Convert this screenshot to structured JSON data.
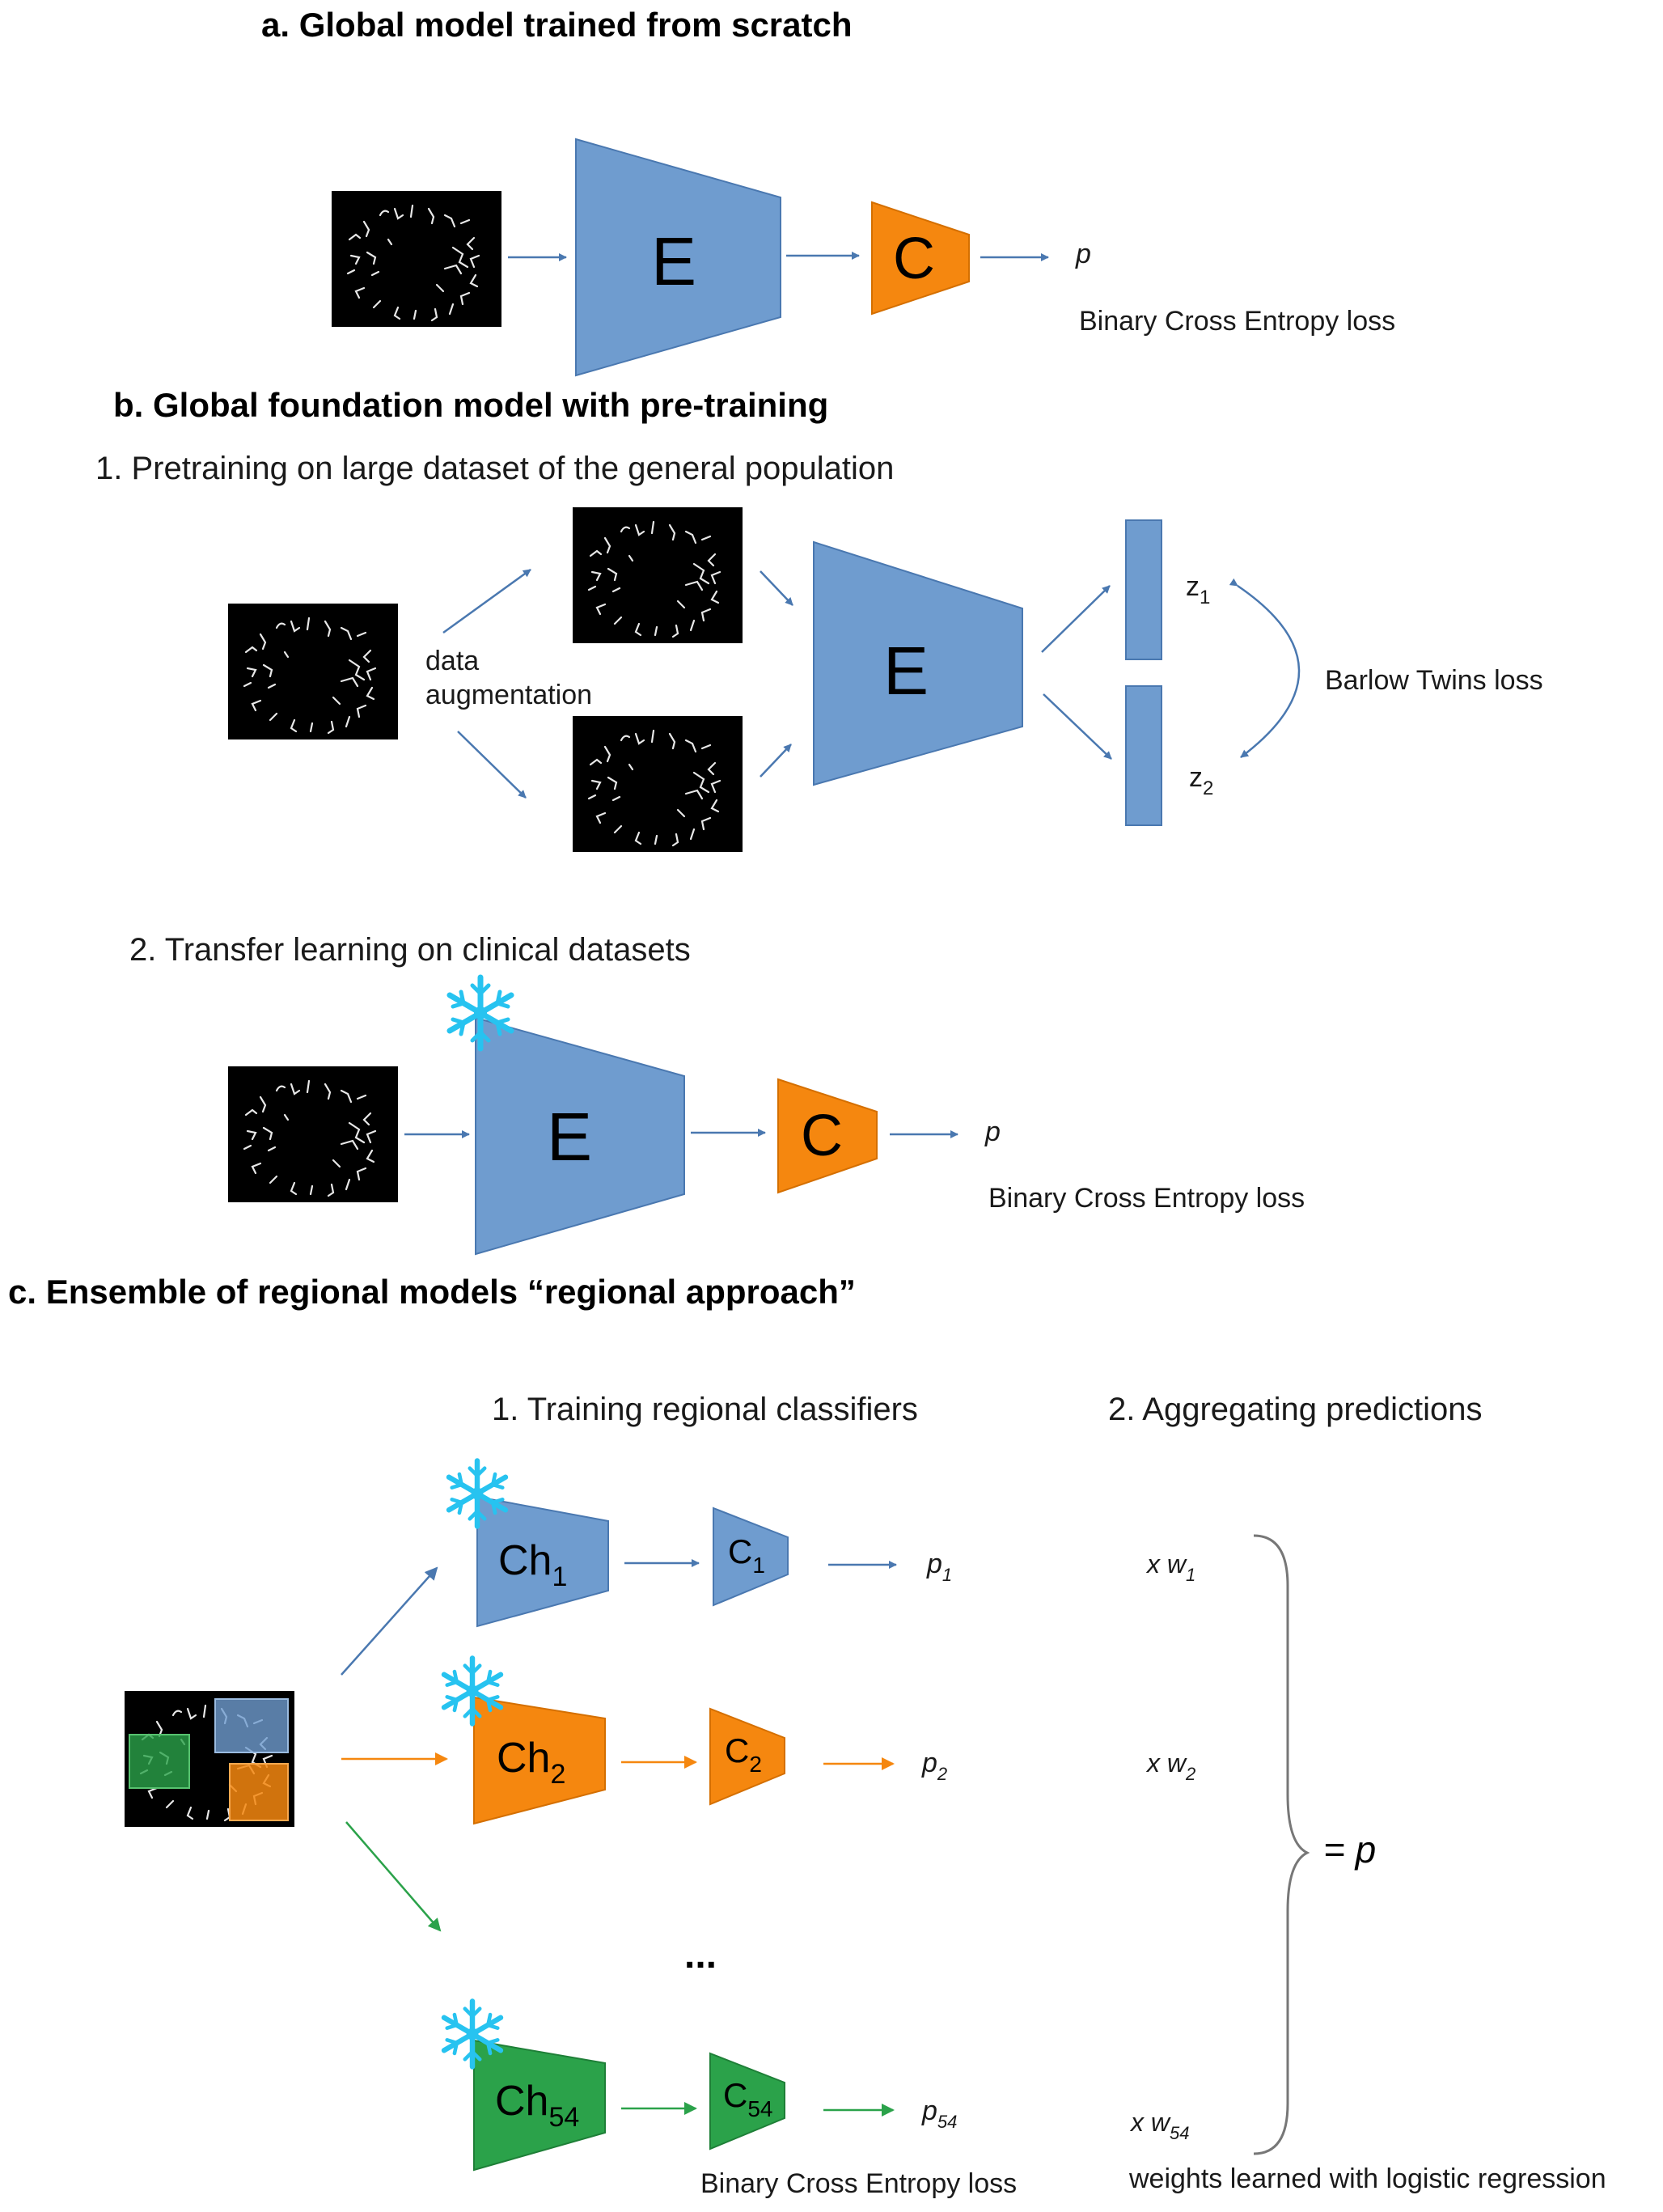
{
  "sections": {
    "a": {
      "title": "a.  Global model trained from scratch",
      "encoder": "E",
      "classifier": "C",
      "output": "p",
      "loss": "Binary Cross Entropy loss"
    },
    "b": {
      "title": "b.  Global foundation model with pre-training",
      "step1": {
        "title": "1. Pretraining on large dataset of the general population",
        "aug_label_line1": "data",
        "aug_label_line2": "augmentation",
        "encoder": "E",
        "z1": "z",
        "z1_sub": "1",
        "z2": "z",
        "z2_sub": "2",
        "loss": "Barlow Twins loss"
      },
      "step2": {
        "title": "2. Transfer learning on clinical datasets",
        "encoder": "E",
        "classifier": "C",
        "output": "p",
        "loss": "Binary Cross Entropy loss"
      }
    },
    "c": {
      "title": "c.  Ensemble of regional models “regional approach”",
      "step1_title": "1. Training regional classifiers",
      "step2_title": "2. Aggregating predictions",
      "rows": [
        {
          "enc": "Ch",
          "enc_sub": "1",
          "cls": "C",
          "cls_sub": "1",
          "out": "p",
          "out_sub": "1",
          "weight": "x w",
          "weight_sub": "1",
          "color": "#6f9ccf"
        },
        {
          "enc": "Ch",
          "enc_sub": "2",
          "cls": "C",
          "cls_sub": "2",
          "out": "p",
          "out_sub": "2",
          "weight": "x w",
          "weight_sub": "2",
          "color": "#f5870f"
        },
        {
          "enc": "Ch",
          "enc_sub": "54",
          "cls": "C",
          "cls_sub": "54",
          "out": "p",
          "out_sub": "54",
          "weight": "x w",
          "weight_sub": "54",
          "color": "#2ba24a"
        }
      ],
      "ellipsis": "...",
      "result": "= p",
      "loss": "Binary Cross Entropy loss",
      "weights_note": "weights learned with logistic regression"
    }
  },
  "colors": {
    "encoder_blue": "#6f9ccf",
    "classifier_orange": "#f5870f",
    "green": "#2ba24a",
    "arrow_blue": "#4a78b0",
    "snowflake": "#27c3f0",
    "image_bg": "#000000"
  },
  "icons": [
    "snowflake-icon",
    "retina-vessel-image"
  ]
}
